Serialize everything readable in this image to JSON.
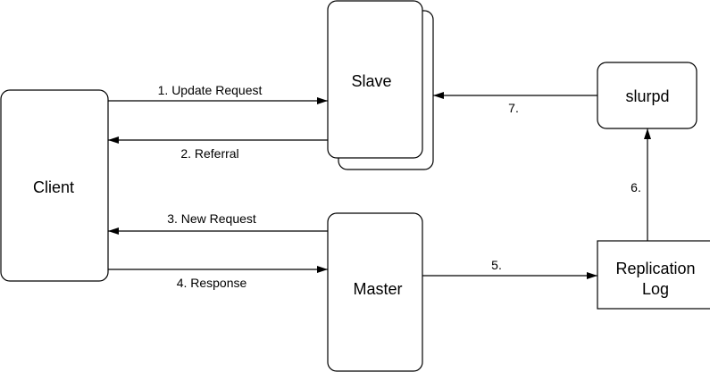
{
  "nodes": {
    "client": {
      "label": "Client"
    },
    "slave": {
      "label": "Slave"
    },
    "master": {
      "label": "Master"
    },
    "slurpd": {
      "label": "slurpd"
    },
    "replication_log": {
      "label_line1": "Replication",
      "label_line2": "Log"
    }
  },
  "edges": {
    "update_request": {
      "label": "1. Update Request"
    },
    "referral": {
      "label": "2. Referral"
    },
    "new_request": {
      "label": "3. New Request"
    },
    "response": {
      "label": "4. Response"
    },
    "master_to_log": {
      "label": "5."
    },
    "log_to_slurpd": {
      "label": "6."
    },
    "slurpd_to_slave": {
      "label": "7."
    }
  }
}
